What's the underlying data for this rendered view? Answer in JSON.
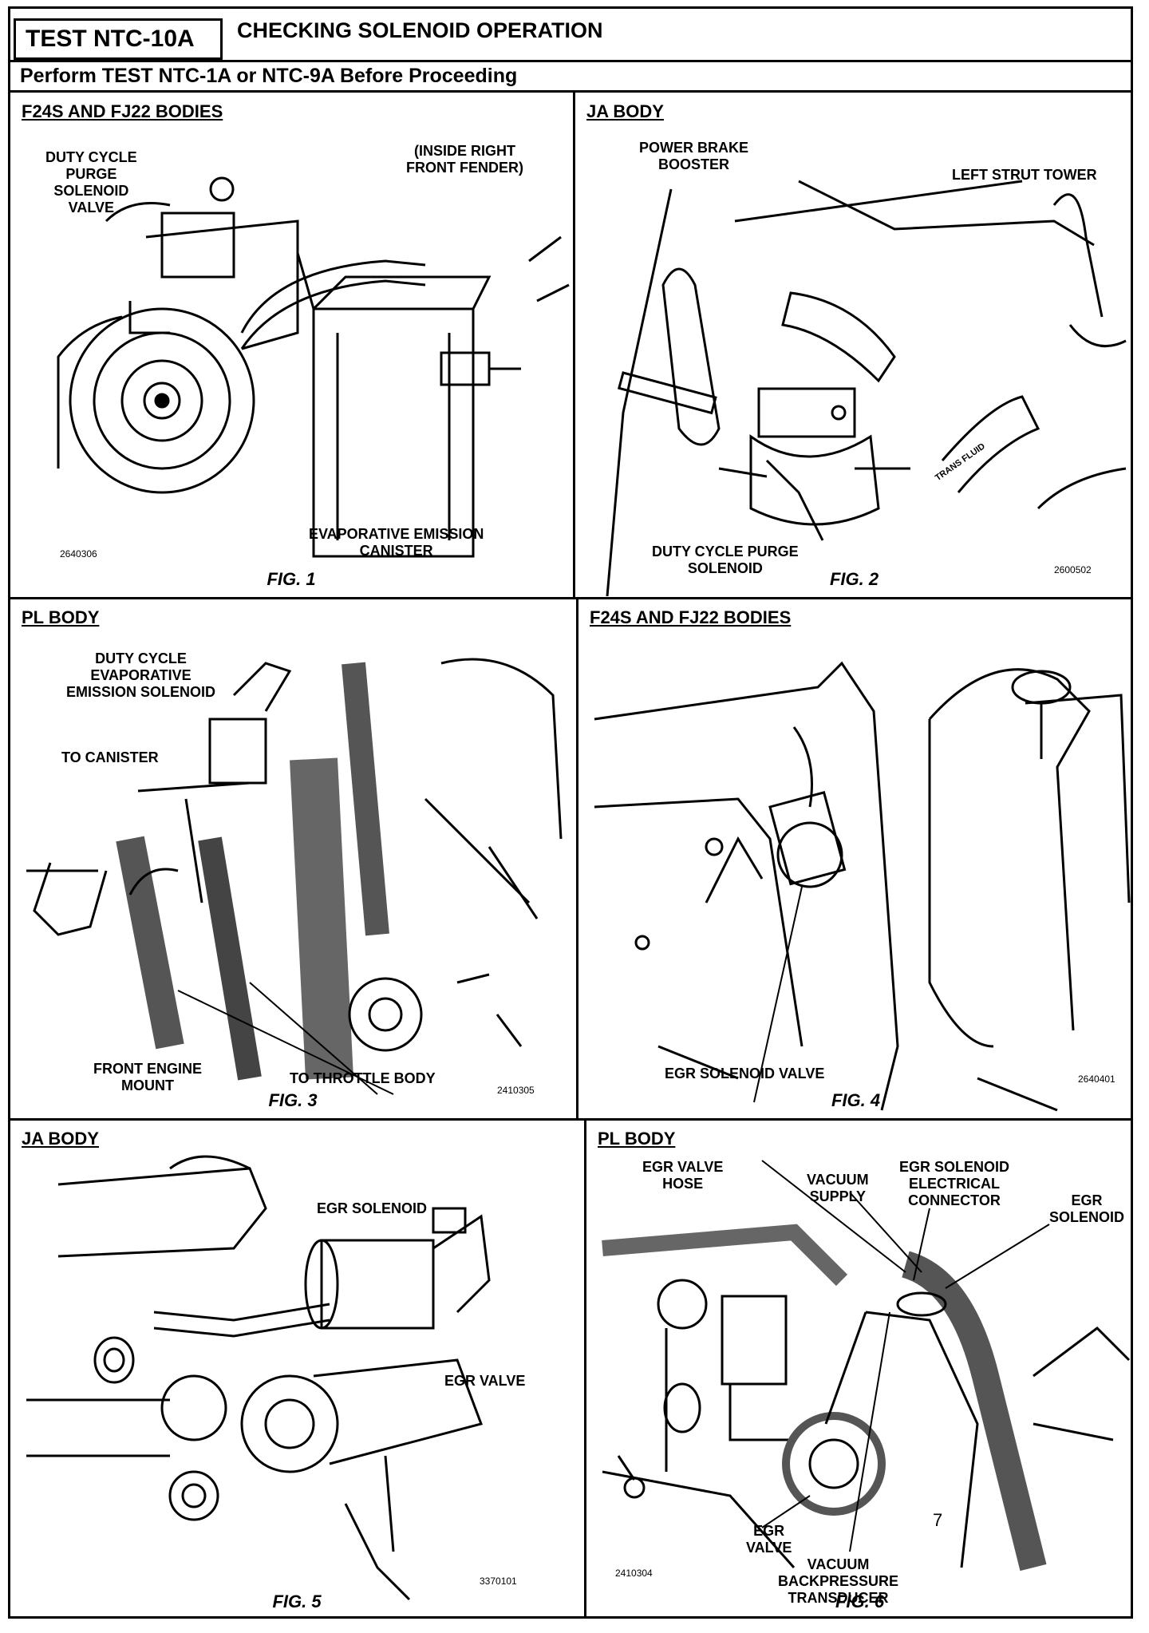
{
  "header": {
    "test_id": "TEST NTC-10A",
    "test_title": "CHECKING SOLENOID OPERATION",
    "prerequisite": "Perform TEST NTC-1A or NTC-9A Before Proceeding"
  },
  "panels": [
    {
      "title": "F24S AND FJ22 BODIES",
      "figure": "FIG. 1",
      "code": "2640306",
      "labels": [
        "DUTY CYCLE",
        "PURGE",
        "SOLENOID",
        "VALVE",
        "(INSIDE RIGHT",
        "FRONT FENDER)",
        "EVAPORATIVE EMISSION",
        "CANISTER"
      ]
    },
    {
      "title": "JA BODY",
      "figure": "FIG. 2",
      "code": "2600502",
      "labels": [
        "POWER BRAKE",
        "BOOSTER",
        "LEFT STRUT TOWER",
        "DUTY CYCLE PURGE",
        "SOLENOID",
        "TRANS FLUID"
      ]
    },
    {
      "title": "PL BODY",
      "figure": "FIG. 3",
      "code": "2410305",
      "labels": [
        "DUTY CYCLE",
        "EVAPORATIVE",
        "EMISSION SOLENOID",
        "TO CANISTER",
        "FRONT ENGINE",
        "MOUNT",
        "TO THROTTLE BODY"
      ]
    },
    {
      "title": "F24S AND FJ22 BODIES",
      "figure": "FIG. 4",
      "code": "2640401",
      "labels": [
        "EGR SOLENOID VALVE"
      ]
    },
    {
      "title": "JA BODY",
      "figure": "FIG. 5",
      "code": "3370101",
      "labels": [
        "EGR SOLENOID",
        "EGR VALVE"
      ]
    },
    {
      "title": "PL BODY",
      "figure": "FIG. 6",
      "code": "2410304",
      "labels": [
        "EGR VALVE",
        "HOSE",
        "VACUUM",
        "SUPPLY",
        "EGR SOLENOID",
        "ELECTRICAL",
        "CONNECTOR",
        "EGR",
        "SOLENOID",
        "EGR",
        "VALVE",
        "VACUUM",
        "BACKPRESSURE",
        "TRANSDUCER",
        "7"
      ]
    }
  ]
}
